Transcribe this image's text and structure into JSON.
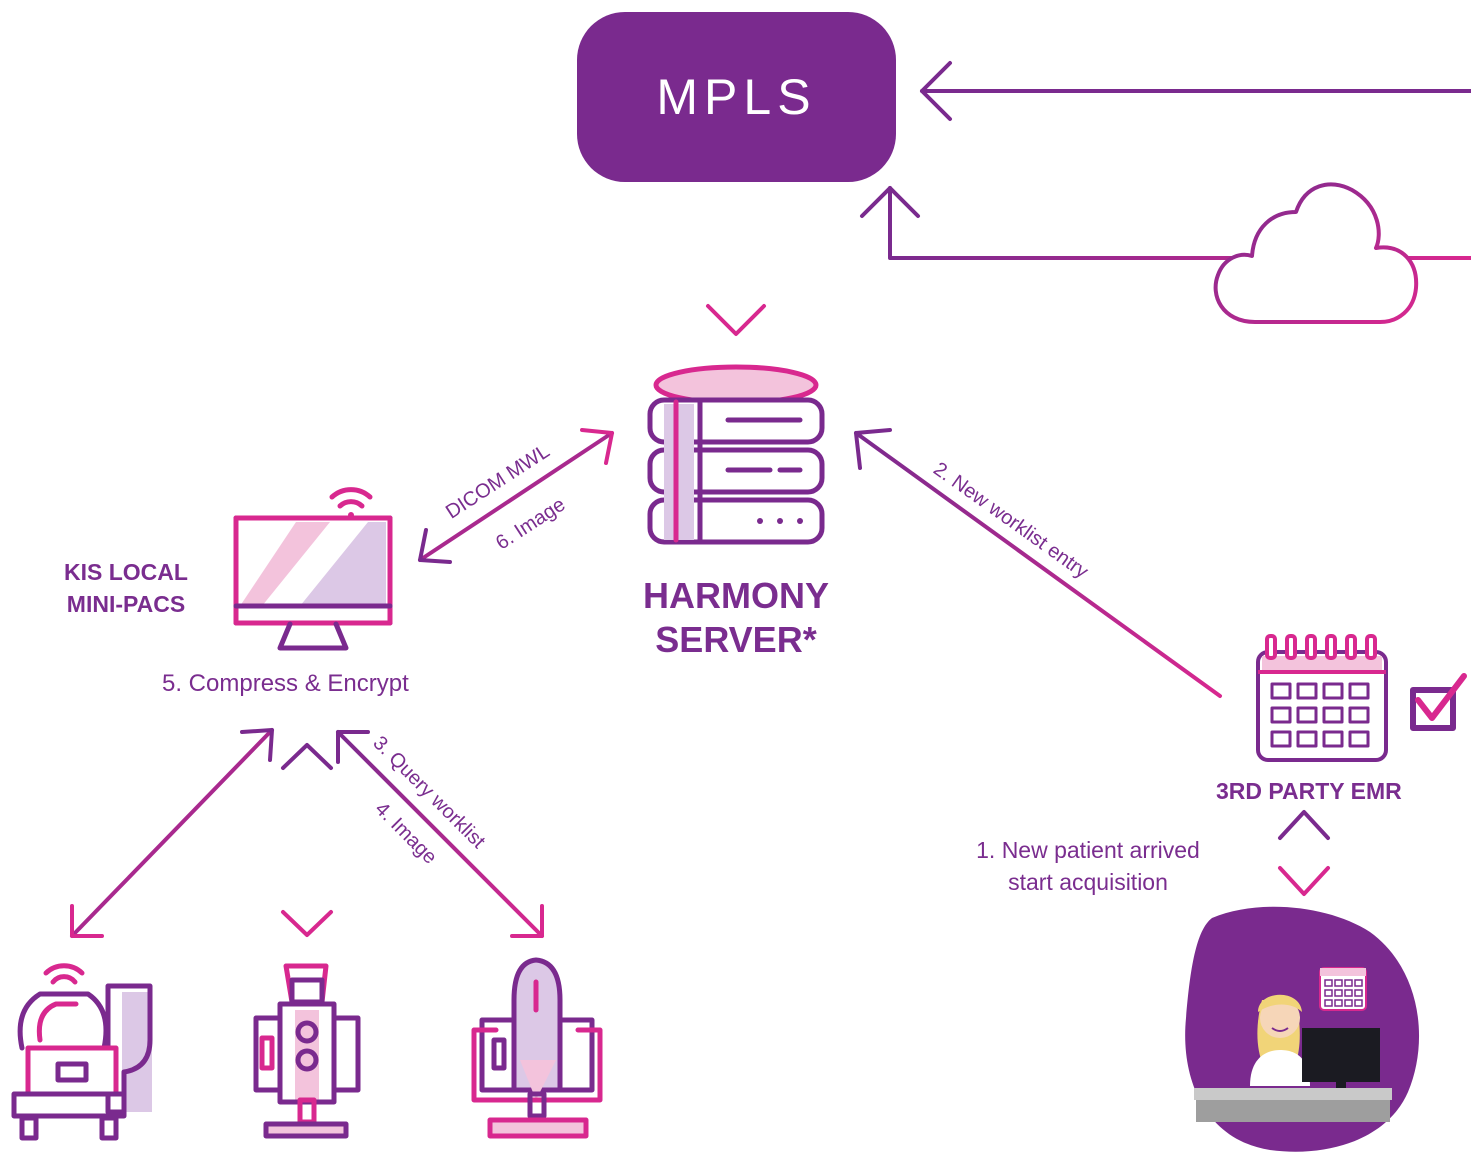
{
  "mpls": {
    "label": "MPLS"
  },
  "server": {
    "line1": "HARMONY",
    "line2": "SERVER*"
  },
  "kis": {
    "line1": "KIS LOCAL",
    "line2": "MINI-PACS",
    "caption": "5. Compress & Encrypt"
  },
  "emr": {
    "label": "3RD PARTY EMR"
  },
  "flows": {
    "dicom_mwl": "DICOM MWL",
    "image6": "6. Image",
    "worklist_entry": "2. New worklist entry",
    "query_worklist": "3. Query worklist",
    "image4": "4. Image",
    "patient_line1": "1. New patient arrived",
    "patient_line2": "start acquisition"
  },
  "colors": {
    "purple": "#7a2a8e",
    "magenta": "#d8288f",
    "pink_light": "#f3c3dc",
    "lavender": "#dcc8e6"
  },
  "icons": [
    "cloud-icon",
    "database-server-icon",
    "monitor-wifi-icon",
    "calendar-icon",
    "checkbox-icon",
    "eye-device-1-icon",
    "eye-device-2-icon",
    "eye-device-3-icon",
    "receptionist-illustration"
  ]
}
